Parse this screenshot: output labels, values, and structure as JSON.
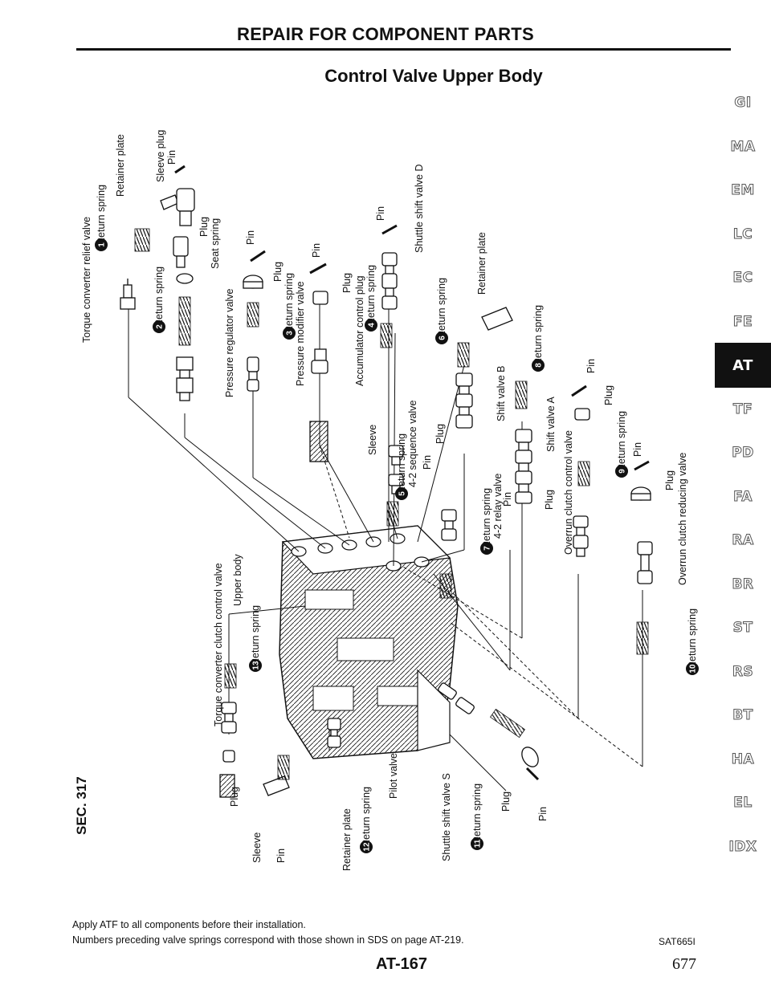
{
  "header": {
    "title": "REPAIR FOR COMPONENT PARTS",
    "subtitle": "Control Valve Upper Body"
  },
  "section_label": "SEC. 317",
  "sidebar": {
    "tabs": [
      "GI",
      "MA",
      "EM",
      "LC",
      "EC",
      "FE",
      "AT",
      "TF",
      "PD",
      "FA",
      "RA",
      "BR",
      "ST",
      "RS",
      "BT",
      "HA",
      "EL",
      "IDX"
    ],
    "active": "AT"
  },
  "diagram": {
    "labels": {
      "torque_converter_relief_valve": "Torque converter relief valve",
      "return_spring_1": "Return spring",
      "retainer_plate_1": "Retainer plate",
      "sleeve_plug": "Sleeve plug",
      "pin_top": "Pin",
      "return_spring_2": "Return spring",
      "plug_2": "Plug",
      "seat_spring": "Seat spring",
      "pressure_regulator_valve": "Pressure regulator valve",
      "pin_3": "Pin",
      "plug_3": "Plug",
      "return_spring_3": "Return spring",
      "pressure_modifier_valve": "Pressure modifier valve",
      "pin_4": "Pin",
      "plug_4": "Plug",
      "accumulator_control_plug": "Accumulator control plug",
      "return_spring_4": "Return spring",
      "pin_d": "Pin",
      "shuttle_shift_valve_d": "Shuttle shift valve D",
      "return_spring_6": "Return spring",
      "retainer_plate_6": "Retainer plate",
      "sleeve": "Sleeve",
      "return_spring_5": "Return spring",
      "sequence_valve_42": "4-2 sequence valve",
      "pin_5": "Pin",
      "plug_5": "Plug",
      "shift_valve_b": "Shift valve B",
      "return_spring_8": "Return spring",
      "shift_valve_a": "Shift valve A",
      "pin_a": "Pin",
      "plug_a": "Plug",
      "return_spring_9": "Return spring",
      "relay_valve_42": "4-2 relay valve",
      "pin_r": "Pin",
      "return_spring_7": "Return spring",
      "plug_7": "Plug",
      "overrun_clutch_control_valve": "Overrun clutch control valve",
      "pin_9": "Pin",
      "plug_9": "Plug",
      "overrun_clutch_reducing_valve": "Overrun clutch reducing valve",
      "return_spring_10": "Return spring",
      "upper_body": "Upper body",
      "torque_converter_clutch_control_valve": "Torque converter clutch control valve",
      "return_spring_13": "Return spring",
      "plug_b": "Plug",
      "sleeve_b": "Sleeve",
      "pin_b": "Pin",
      "retainer_plate_12": "Retainer plate",
      "return_spring_12": "Return spring",
      "pilot_valve": "Pilot valve",
      "shuttle_shift_valve_s": "Shuttle shift valve S",
      "return_spring_11": "Return spring",
      "plug_11": "Plug",
      "pin_11": "Pin"
    },
    "numbers": [
      "1",
      "2",
      "3",
      "4",
      "5",
      "6",
      "7",
      "8",
      "9",
      "10",
      "11",
      "12",
      "13"
    ]
  },
  "notes": [
    "Apply ATF to all components before their installation.",
    "Numbers preceding valve springs correspond with those shown in SDS on page AT-219."
  ],
  "figure_id": "SAT665I",
  "page_code": "AT-167",
  "page_number": "677"
}
